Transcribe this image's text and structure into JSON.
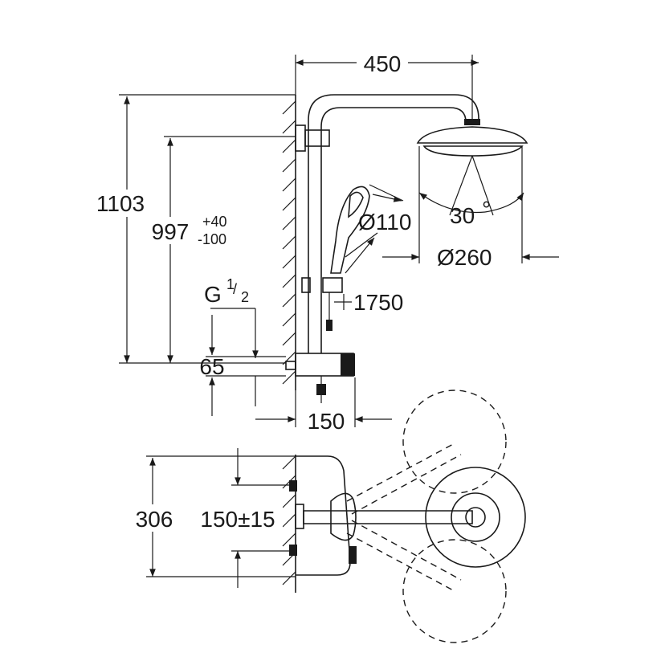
{
  "dimensions": {
    "head_offset": "450",
    "total_height": "1103",
    "adjust_height": "997",
    "adjust_tol_plus": "+40",
    "adjust_tol_minus": "-100",
    "connection_thread": "G",
    "thread_num": "1",
    "thread_den": "2",
    "hand_shower_dia": "Ø110",
    "head_shower_dia": "Ø260",
    "swivel_angle": "30",
    "degree_symbol": "°",
    "hose_length": "1750",
    "inlet_height": "65",
    "thermostat_depth": "150",
    "plan_width": "306",
    "plan_centers": "150±15"
  }
}
